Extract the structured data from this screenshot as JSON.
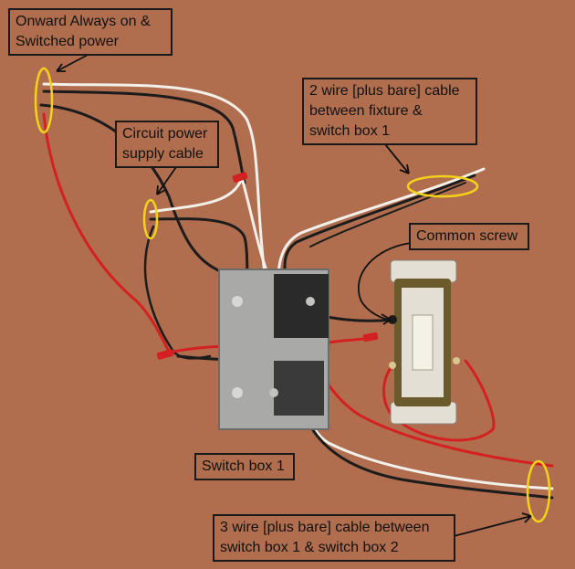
{
  "labels": {
    "onward_power": "Onward Always on &\nSwitched power",
    "circuit_power": "Circuit power\nsupply cable",
    "two_wire_cable": "2 wire [plus bare] cable\nbetween fixture &\nswitch box 1",
    "common_screw": "Common screw",
    "switch_box": "Switch box 1",
    "three_wire_cable": "3 wire [plus bare] cable between\nswitch box 1 & switch box 2"
  },
  "colors": {
    "background": "#b06e4e",
    "hot_wire": "#d42020",
    "neutral_wire": "#f2f0ea",
    "ground_wire": "#1c1c1c",
    "cable_marker": "#f2d21a",
    "label_border": "#1a1a1a",
    "metal_box": "#a9a9a7",
    "switch_yoke": "#e3dfd4",
    "switch_body": "#6a5a2c"
  }
}
